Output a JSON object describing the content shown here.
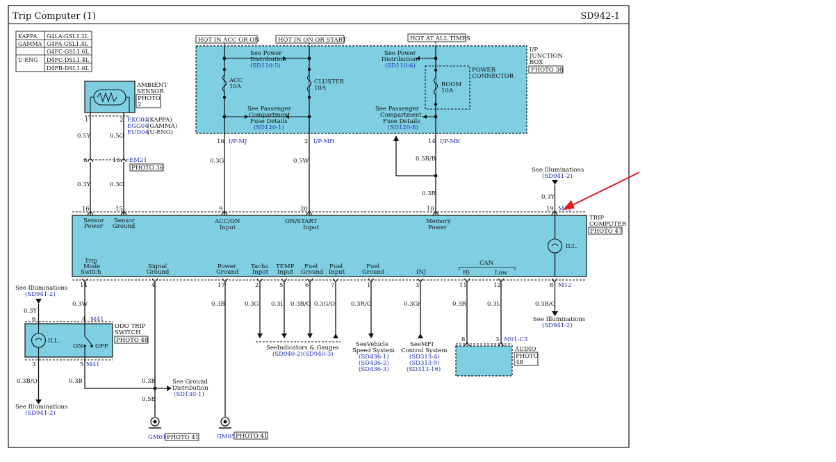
{
  "header": {
    "title": "Trip Computer (1)",
    "code": "SD942-1"
  },
  "engine_table": [
    [
      "KAPPA",
      "G4LA-GSL1.2L"
    ],
    [
      "GAMMA",
      "G4FA-GSL1.4L"
    ],
    [
      "",
      "G4FC-GSL1.6L"
    ],
    [
      "U-ENG",
      "D4FC-DSL1.4L"
    ],
    [
      "",
      "D4FB-DSL1.6L"
    ]
  ],
  "junction_box": {
    "hot_labels": [
      "HOT IN ACC OR ON",
      "HOT IN ON OR START",
      "HOT AT ALL TIMES"
    ],
    "title": [
      "I/P",
      "JUNCTION",
      "BOX"
    ],
    "photo": "PHOTO 38",
    "see_power_1": [
      "See Power",
      "Distribution"
    ],
    "see_power_1_ref": "(SD110-5)",
    "see_power_2": [
      "See Power",
      "Distribution"
    ],
    "see_power_2_ref": "(SD110-6)",
    "fuse_acc": [
      "ACC",
      "10A"
    ],
    "fuse_cluster": [
      "CLUSTER",
      "10A"
    ],
    "fuse_room": [
      "ROOM",
      "10A"
    ],
    "power_connector": [
      "POWER",
      "CONNECTOR"
    ],
    "see_passenger_1": [
      "See Passenger",
      "Compartment",
      "Fuse Details"
    ],
    "see_passenger_1_ref": "(SD120-1)",
    "see_passenger_2": [
      "See Passenger",
      "Compartment",
      "Fuse Details"
    ],
    "see_passenger_2_ref": "(SD120-8)",
    "pin_acc": "16",
    "conn_acc": "I/P-MJ",
    "pin_cluster": "2",
    "conn_cluster": "I/P-MH",
    "pin_room": "14",
    "conn_room": "I/P-MK"
  },
  "ambient_sensor": {
    "title": [
      "AMBIENT",
      "SENSOR"
    ],
    "photo": [
      "PHOTO",
      "2"
    ],
    "pin1": "1",
    "pin2": "2",
    "conn_codes": [
      "EKG04",
      "EGG04",
      "EUD04"
    ],
    "conn_suffixes": [
      "(KAPPA)",
      "(GAMMA)",
      "(U-ENG)"
    ],
    "wire1": "0.5Y",
    "wire2": "0.5O",
    "em_pin1": "6",
    "em_pin2": "13",
    "em_conn": "EM21",
    "em_photo": "PHOTO 36",
    "wire3": "0.3Y",
    "wire4": "0.3O"
  },
  "upper_wires": {
    "acc": "0.3G",
    "cluster": "0.5W",
    "room": "0.5R/B",
    "room2": "0.3R",
    "ill_wire": "0.3Y",
    "see_ill": "See Illuminations",
    "see_ill_ref": "(SD941-2)"
  },
  "trip_computer": {
    "title": [
      "TRIP",
      "COMPUTER"
    ],
    "photo": "PHOTO 47",
    "top_pins": [
      "16",
      "15",
      "9",
      "20",
      "10",
      "19"
    ],
    "top_conn": "M12",
    "top_labels": {
      "sensor_power": [
        "Sensor",
        "Power"
      ],
      "sensor_ground": [
        "Sensor",
        "Ground"
      ],
      "acc_on": [
        "ACC/ON",
        "Input"
      ],
      "on_start": [
        "ON/START",
        "Input"
      ],
      "memory": [
        "Memory",
        "Power"
      ]
    },
    "ill": "ILL.",
    "bottom_labels": {
      "trip_mode": [
        "Trip",
        "Mode",
        "Switch"
      ],
      "signal_ground": [
        "Signal",
        "Ground"
      ],
      "power_ground": [
        "Power",
        "Ground"
      ],
      "tacho": [
        "Tacho",
        "Input"
      ],
      "temp": [
        "TEMP",
        "Input"
      ],
      "fuel_ground": [
        "Fuel",
        "Ground"
      ],
      "fuel_input": [
        "Fuel",
        "Input"
      ],
      "fuel_ground2": [
        "Fuel",
        "Ground"
      ],
      "inj": "INJ",
      "can": "CAN",
      "can_hi": "Hi",
      "can_low": "Low"
    },
    "bottom_pins": [
      "14",
      "4",
      "17",
      "2",
      "5",
      "6",
      "7",
      "1",
      "3",
      "11",
      "12",
      "8"
    ],
    "bottom_conn": "M12"
  },
  "lower_wires": {
    "trip_mode": "0.3W",
    "power_ground": "0.3B",
    "tacho": "0.3G",
    "temp": "0.3L",
    "fuel_ground": "0.3B/O",
    "fuel_input": "0.3G/O",
    "fuel_ground2": "0.3R/O",
    "inj": "0.3Gr",
    "can_hi": "0.3R",
    "can_low": "0.3L",
    "ill_out": "0.3B/O"
  },
  "odo_switch": {
    "title": [
      "ODO TRIP",
      "SWITCH"
    ],
    "photo": "PHOTO 48",
    "ill": "ILL.",
    "on": "ON",
    "off": "OFF",
    "pin6": "6",
    "pin4": "4",
    "pin3": "3",
    "pin5": "5",
    "conn_top": "M41",
    "conn_bottom": "M41",
    "wire_in": "0.3Y",
    "wire_out": "0.3B/O",
    "wire_gnd": "0.3B"
  },
  "grounds": {
    "sig_wire1": "0.3B",
    "sig_wire2": "0.5B",
    "see_ground": [
      "See Ground",
      "Distribution"
    ],
    "see_ground_ref": "(SD130-1)",
    "gm01": "GM01",
    "gm01_photo": "PHOTO 41",
    "gm05": "GM05",
    "gm05_photo": "PHOTO 41"
  },
  "references": {
    "indicators": "SeeIndicators & Gauges",
    "indicators_ref": "(SD940-2)(SD940-3)",
    "vehicle_speed": [
      "SeeVehicle",
      "Speed System"
    ],
    "vehicle_speed_ref": [
      "(SD436-1)",
      "(SD436-2)",
      "(SD436-3)"
    ],
    "mfi": [
      "SeeMFI",
      "Control System"
    ],
    "mfi_ref": [
      "(SD313-4)",
      "(SD313-9)",
      "(SD313-16)"
    ],
    "see_ill": "See Illuminations",
    "see_ill_ref": "(SD941-2)"
  },
  "audio": {
    "title": "AUDIO",
    "photo": [
      "PHOTO",
      "48"
    ],
    "pin8": "8",
    "pin3": "3",
    "conn": "M01-C3"
  },
  "colors": {
    "module_fill": "#7fcfe3",
    "connector_ref": "#1a2fb0",
    "annotation_arrow": "#e01b1b"
  }
}
